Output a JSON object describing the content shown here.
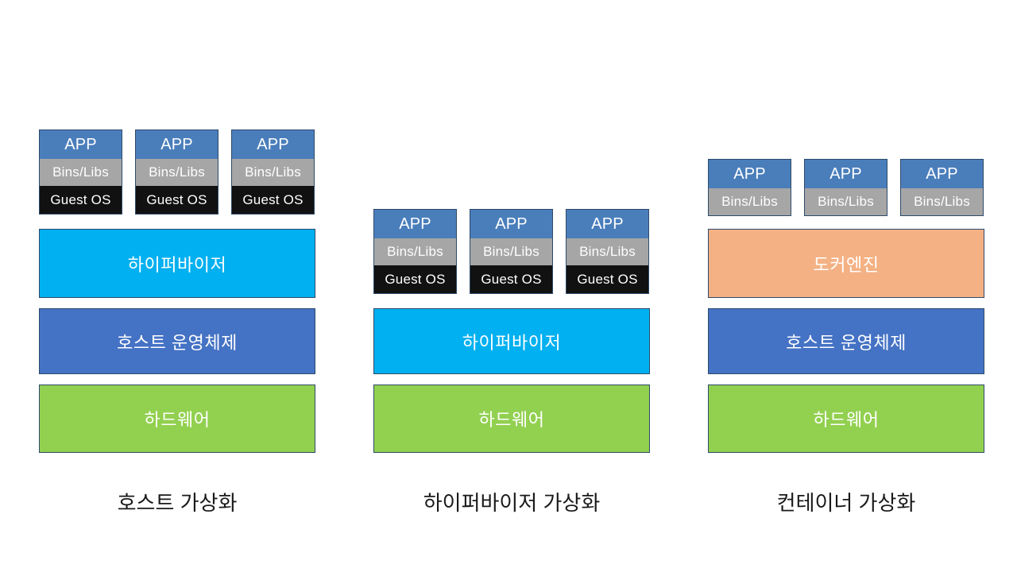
{
  "diagram": {
    "title_text": "",
    "background_color": "#ffffff",
    "palette": {
      "app": "#4a7ebb",
      "bins_libs": "#a6a6a6",
      "guest_os": "#111111",
      "hypervisor": "#00b0f0",
      "host_os": "#4472c4",
      "hardware": "#92d050",
      "docker_engine": "#f4b183",
      "border": "#2e4a6b",
      "caption_text": "#1a1a1a"
    },
    "columns": [
      {
        "id": "host-virtualization",
        "caption": "호스트 가상화",
        "stacks": [
          {
            "app": "APP",
            "bins": "Bins/Libs",
            "guest": "Guest OS"
          },
          {
            "app": "APP",
            "bins": "Bins/Libs",
            "guest": "Guest OS"
          },
          {
            "app": "APP",
            "bins": "Bins/Libs",
            "guest": "Guest OS"
          }
        ],
        "layers": [
          {
            "id": "hypervisor",
            "label": "하이퍼바이저"
          },
          {
            "id": "host-os",
            "label": "호스트 운영체제"
          },
          {
            "id": "hardware",
            "label": "하드웨어"
          }
        ]
      },
      {
        "id": "hypervisor-virtualization",
        "caption": "하이퍼바이저 가상화",
        "stacks": [
          {
            "app": "APP",
            "bins": "Bins/Libs",
            "guest": "Guest OS"
          },
          {
            "app": "APP",
            "bins": "Bins/Libs",
            "guest": "Guest OS"
          },
          {
            "app": "APP",
            "bins": "Bins/Libs",
            "guest": "Guest OS"
          }
        ],
        "layers": [
          {
            "id": "hypervisor",
            "label": "하이퍼바이저"
          },
          {
            "id": "hardware",
            "label": "하드웨어"
          }
        ]
      },
      {
        "id": "container-virtualization",
        "caption": "컨테이너 가상화",
        "stacks": [
          {
            "app": "APP",
            "bins": "Bins/Libs"
          },
          {
            "app": "APP",
            "bins": "Bins/Libs"
          },
          {
            "app": "APP",
            "bins": "Bins/Libs"
          }
        ],
        "layers": [
          {
            "id": "docker-engine",
            "label": "도커엔진"
          },
          {
            "id": "host-os",
            "label": "호스트 운영체제"
          },
          {
            "id": "hardware",
            "label": "하드웨어"
          }
        ]
      }
    ]
  }
}
